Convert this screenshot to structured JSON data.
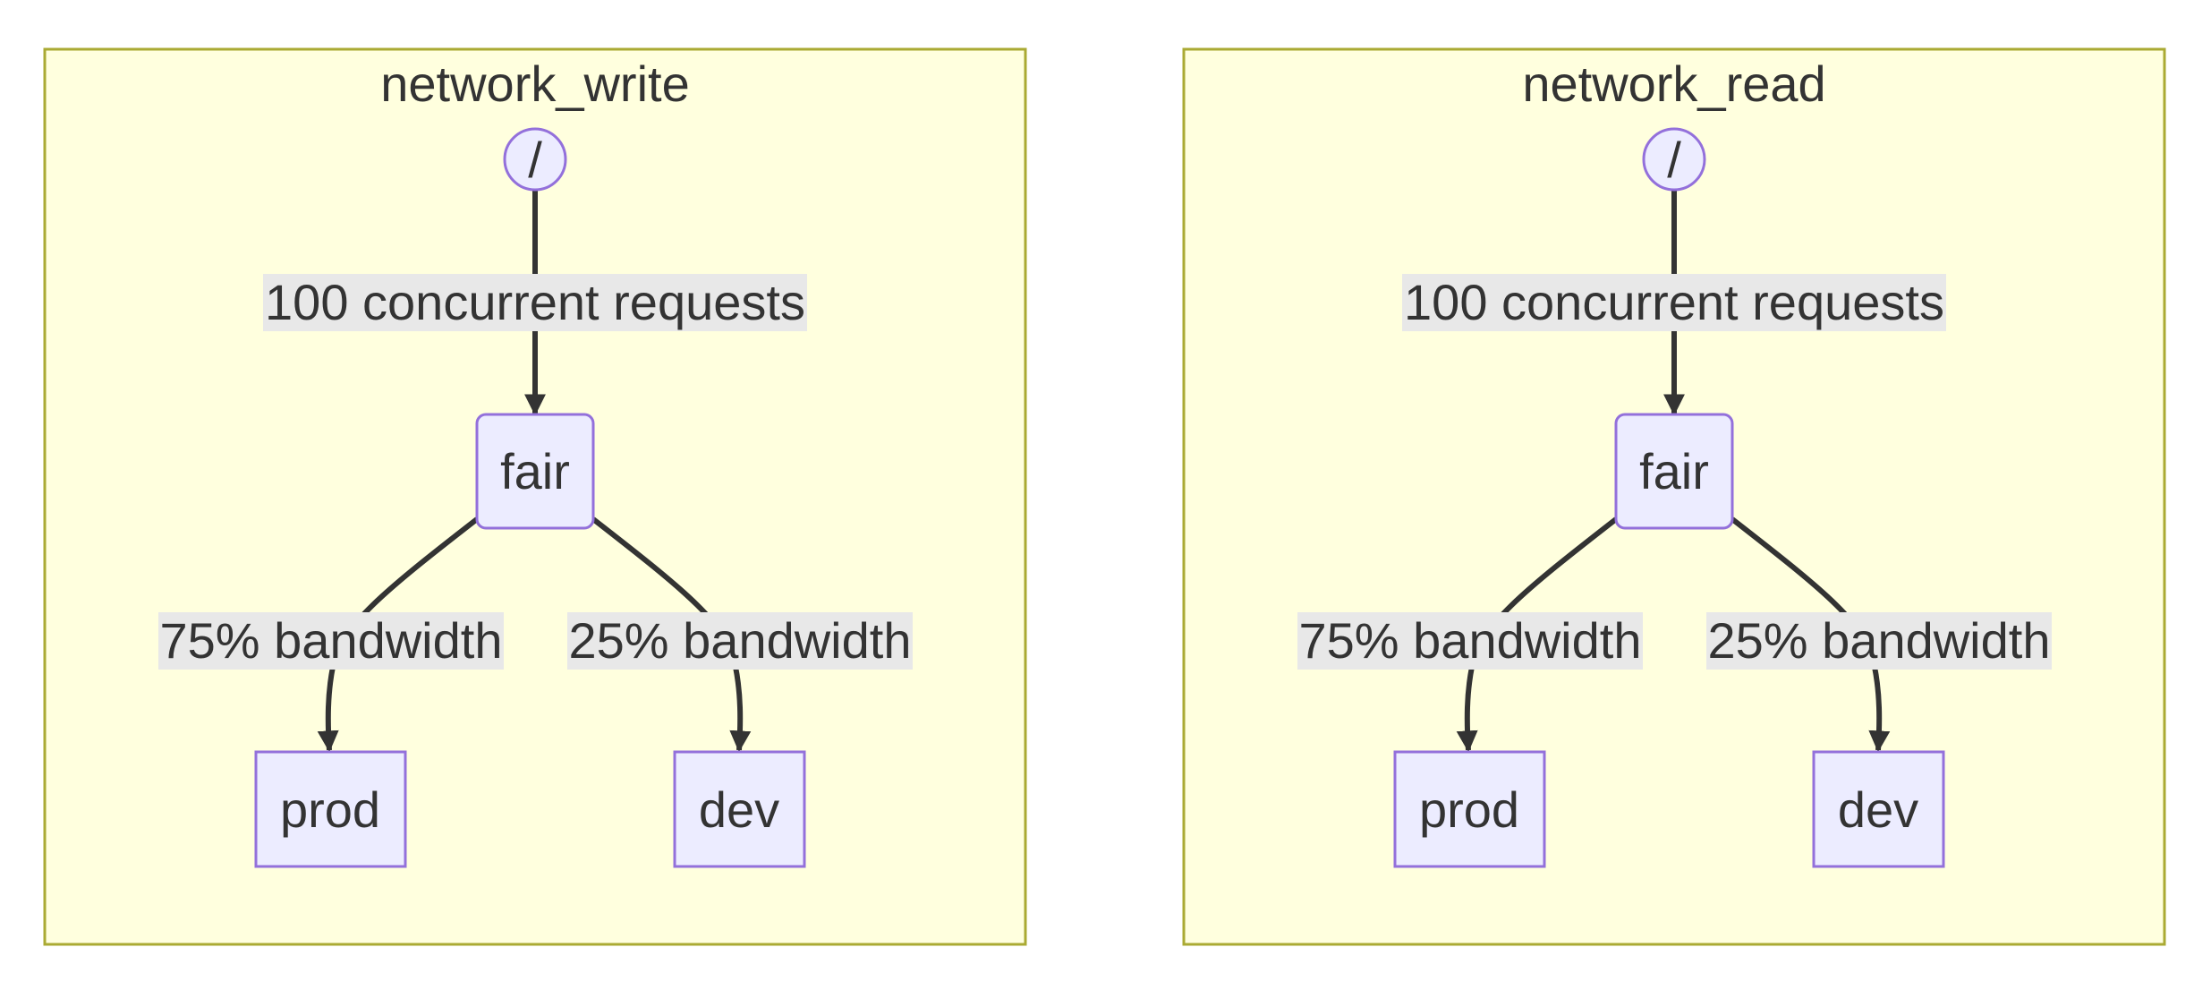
{
  "diagram": {
    "colors": {
      "cluster_fill": "#ffffde",
      "cluster_stroke": "#aaaa33",
      "node_fill": "#ececff",
      "node_stroke": "#9370db",
      "edge": "#333333",
      "edge_label_bg": "#e8e8e8",
      "text": "#333333"
    },
    "clusters": [
      {
        "id": "network_write",
        "title": "network_write",
        "nodes": {
          "root": {
            "label": "/",
            "shape": "circle"
          },
          "fair": {
            "label": "fair",
            "shape": "rounded-rect"
          },
          "prod": {
            "label": "prod",
            "shape": "rect"
          },
          "dev": {
            "label": "dev",
            "shape": "rect"
          }
        },
        "edges": [
          {
            "from": "/",
            "to": "fair",
            "label": "100 concurrent requests"
          },
          {
            "from": "fair",
            "to": "prod",
            "label": "75% bandwidth"
          },
          {
            "from": "fair",
            "to": "dev",
            "label": "25% bandwidth"
          }
        ]
      },
      {
        "id": "network_read",
        "title": "network_read",
        "nodes": {
          "root": {
            "label": "/",
            "shape": "circle"
          },
          "fair": {
            "label": "fair",
            "shape": "rounded-rect"
          },
          "prod": {
            "label": "prod",
            "shape": "rect"
          },
          "dev": {
            "label": "dev",
            "shape": "rect"
          }
        },
        "edges": [
          {
            "from": "/",
            "to": "fair",
            "label": "100 concurrent requests"
          },
          {
            "from": "fair",
            "to": "prod",
            "label": "75% bandwidth"
          },
          {
            "from": "fair",
            "to": "dev",
            "label": "25% bandwidth"
          }
        ]
      }
    ]
  }
}
